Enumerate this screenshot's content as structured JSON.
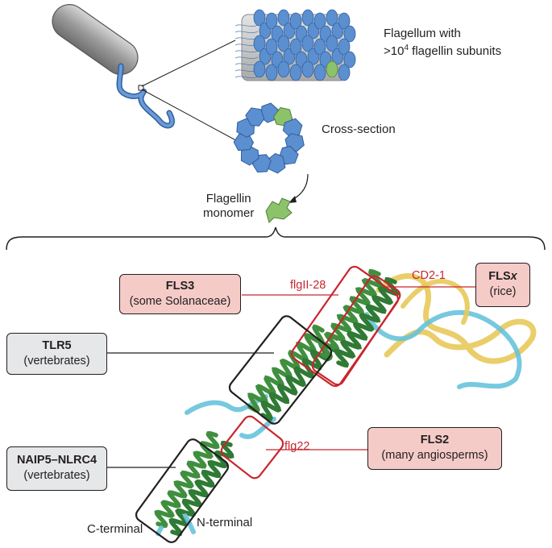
{
  "labels": {
    "flagellum_line1": "Flagellum with",
    "flagellum_line2_pre": ">10",
    "flagellum_sup": "4",
    "flagellum_line2_post": " flagellin subunits",
    "cross_section": "Cross-section",
    "monomer_line1": "Flagellin",
    "monomer_line2": "monomer",
    "c_terminal": "C-terminal",
    "n_terminal": "N-terminal"
  },
  "epitopes": {
    "flgii28": "flgII-28",
    "cd21": "CD2-1",
    "flg22": "flg22"
  },
  "receptors": {
    "fls3": {
      "name": "FLS3",
      "scope": "(some Solanaceae)"
    },
    "flsx": {
      "name_pre": "FLS",
      "name_italic": "x",
      "scope": "(rice)"
    },
    "tlr5": {
      "name": "TLR5",
      "scope": "(vertebrates)"
    },
    "fls2": {
      "name": "FLS2",
      "scope": "(many angiosperms)"
    },
    "naip5": {
      "name": "NAIP5–NLRC4",
      "scope": "(vertebrates)"
    }
  },
  "colors": {
    "subunit_blue": "#5b8fd0",
    "subunit_green": "#8cc26a",
    "helix_green": "#3f8f3f",
    "coil_yellow": "#e8c95a",
    "coil_cyan": "#67c3dc",
    "epitope_red": "#c8262e",
    "receptor_pink": "#f5cbc8",
    "receptor_grey": "#e6e7e8"
  }
}
